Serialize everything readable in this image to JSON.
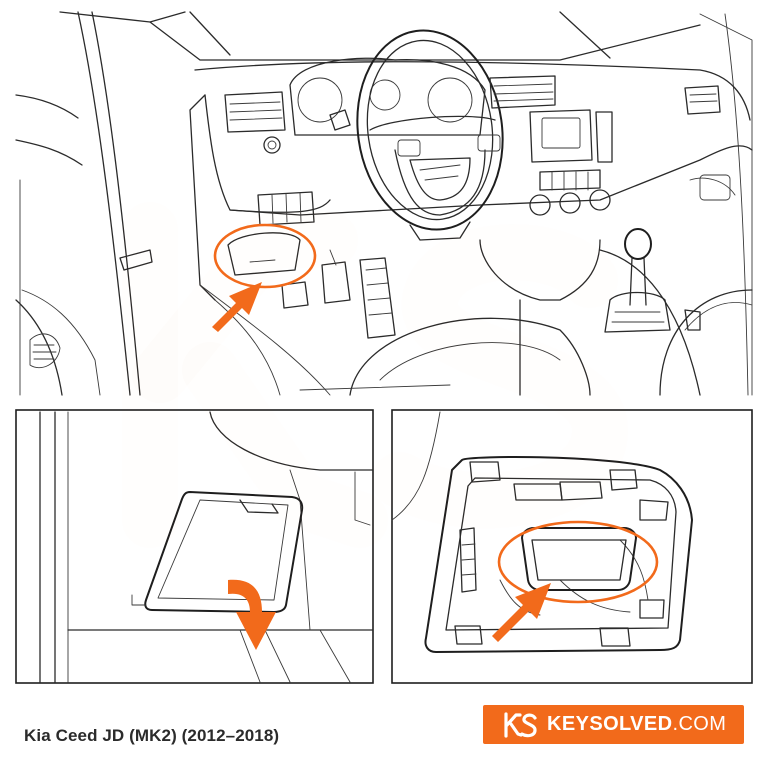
{
  "caption": "Kia Ceed JD (MK2) (2012–2018)",
  "brand": {
    "name": "KEYSOLVED",
    "tld": ".COM",
    "logo_icon": "ks-logo-icon",
    "color": "#f26a1b"
  },
  "colors": {
    "accent": "#f26a1b",
    "line": "#2b2b2b",
    "watermark": "#f26a1b"
  },
  "panels": {
    "overview": {
      "icon": "car-interior-illustration",
      "callout_icon": "orange-arrow-icon"
    },
    "cover_detail": {
      "icon": "fuse-cover-illustration",
      "callout_icon": "curved-arrow-icon"
    },
    "port_detail": {
      "icon": "obd-port-illustration",
      "callout_icon": "orange-arrow-icon"
    }
  }
}
